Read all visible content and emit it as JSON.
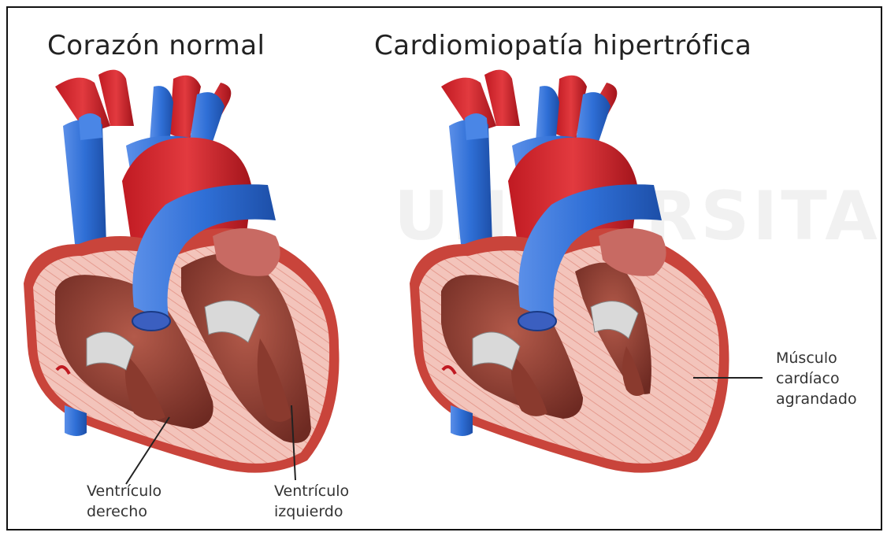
{
  "titles": {
    "normal": "Corazón normal",
    "hypertrophic": "Cardiomiopatía hipertrófica"
  },
  "labels": {
    "right_ventricle": [
      "Ventrículo",
      "derecho"
    ],
    "left_ventricle": [
      "Ventrículo",
      "izquierdo"
    ],
    "enlarged_muscle": [
      "Músculo",
      "cardíaco",
      "agrandado"
    ]
  },
  "watermark": "UNIVERSITAS",
  "colors": {
    "artery_red": "#d8262e",
    "vein_blue": "#2f6fd6",
    "myocardium_pink": "#f1b7ad",
    "muscle_brown": "#9a4b3c",
    "valve_gray": "#cfcfcf"
  }
}
